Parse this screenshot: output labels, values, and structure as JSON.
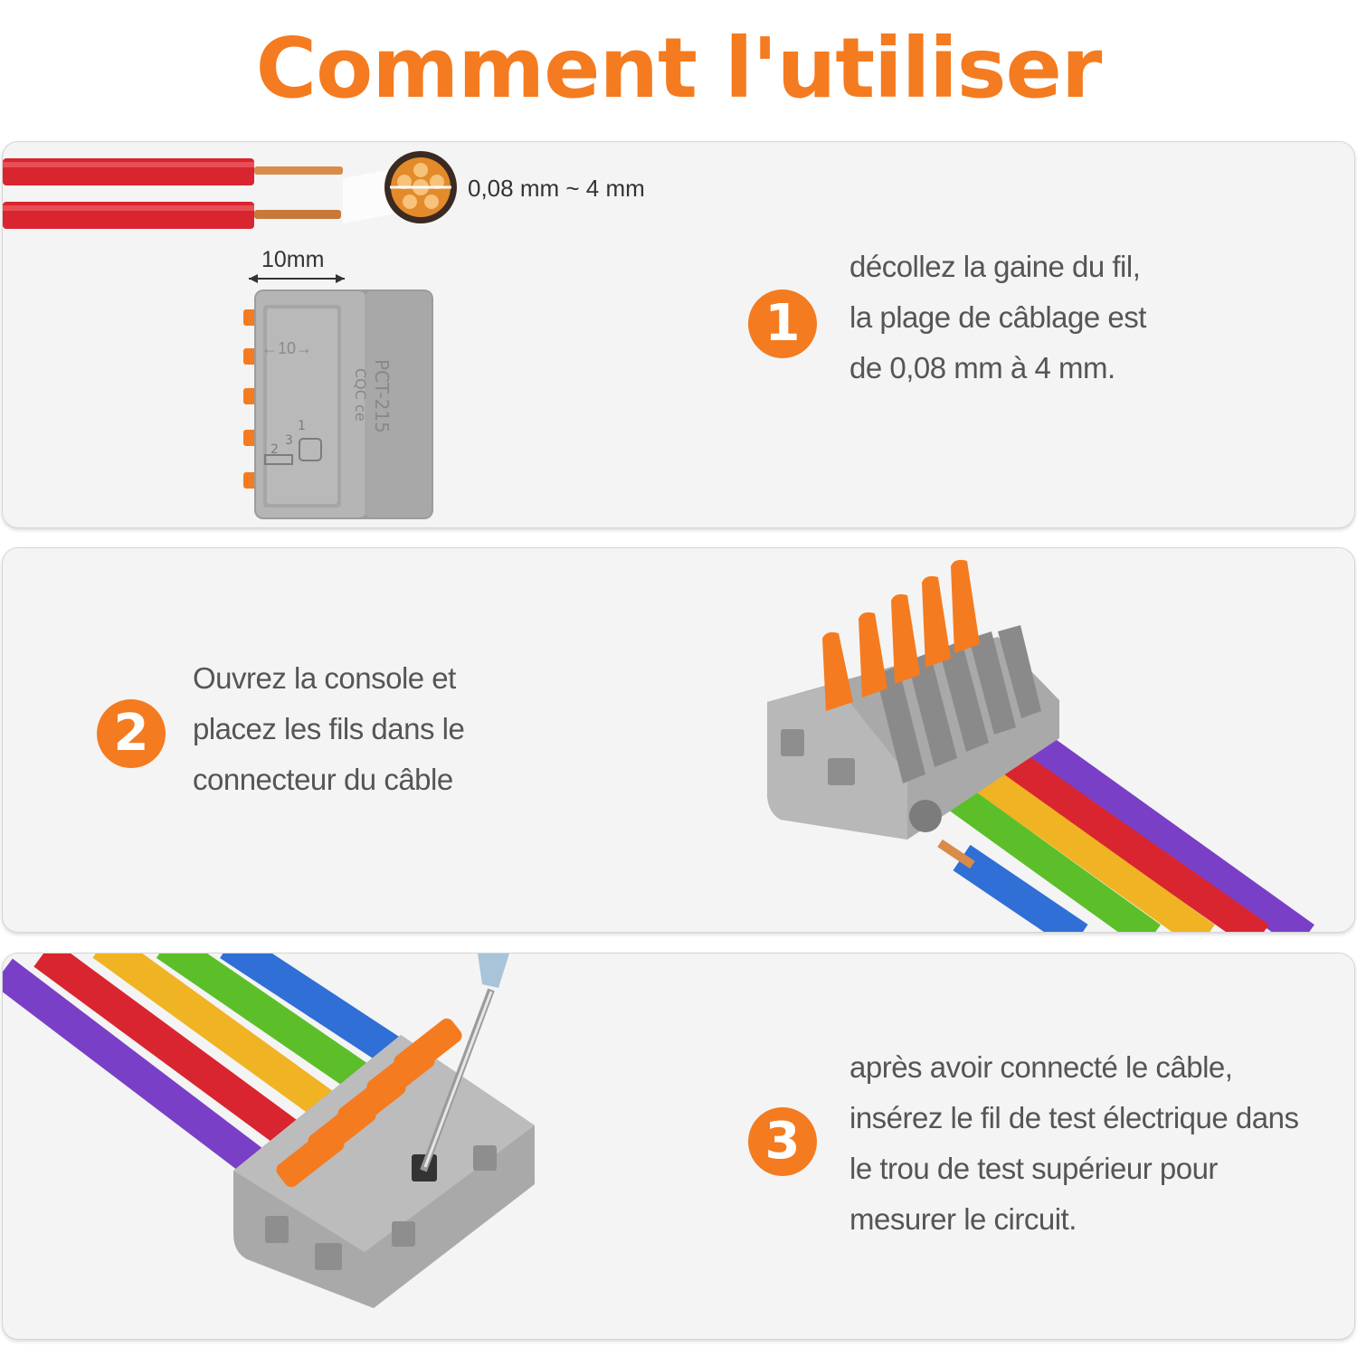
{
  "title": "Comment l'utiliser",
  "colors": {
    "accent": "#f47b20",
    "panel_bg": "#f4f4f4",
    "text": "#555555"
  },
  "steps": [
    {
      "number": "1",
      "lines": [
        "décollez la gaine du fil,",
        "la plage de câblage est",
        "de 0,08 mm à 4 mm."
      ],
      "wire_range_label": "0,08 mm ~ 4 mm",
      "strip_length_label": "10mm",
      "connector_marking": "←10→"
    },
    {
      "number": "2",
      "lines": [
        "Ouvrez la console et",
        "placez les fils dans le",
        "connecteur du câble"
      ]
    },
    {
      "number": "3",
      "lines": [
        "après avoir connecté le câble,",
        "insérez le fil de test électrique dans",
        "le trou de test supérieur pour",
        "mesurer le circuit."
      ]
    }
  ]
}
